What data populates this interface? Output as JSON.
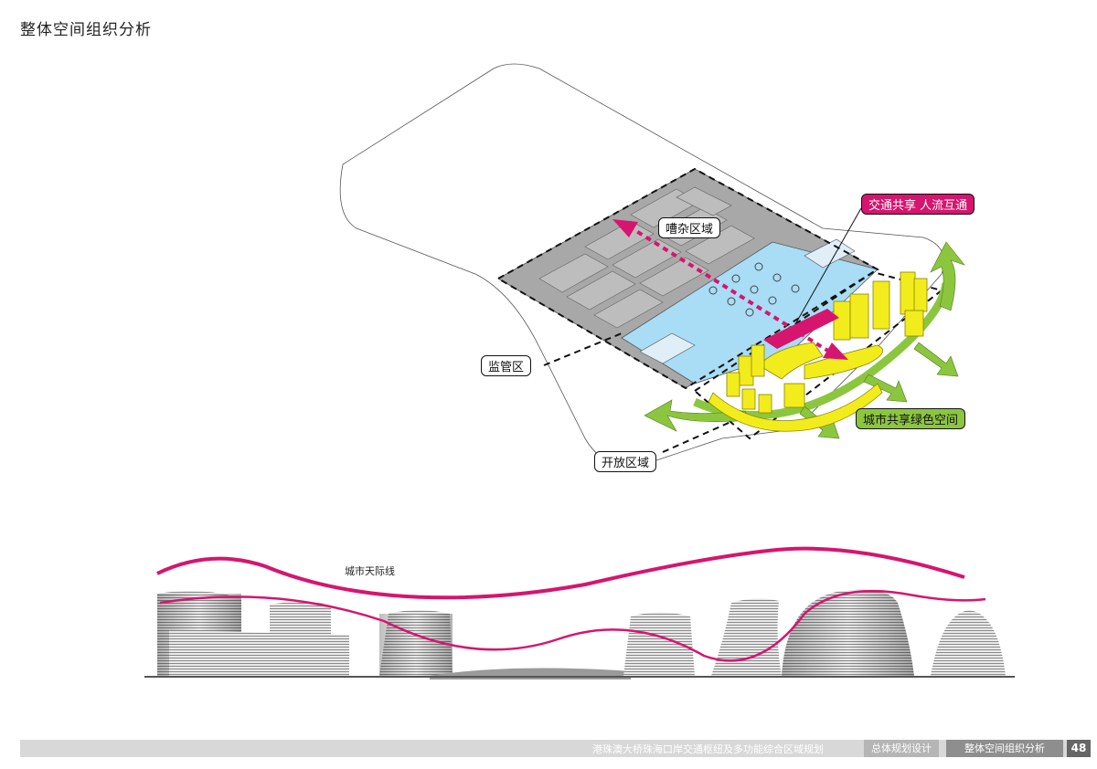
{
  "page": {
    "title": "整体空间组织分析"
  },
  "diagram": {
    "labels": {
      "mixed_area": "嘈杂区域",
      "traffic_share": "交通共享 人流互通",
      "supervision": "监管区",
      "green_space": "城市共享绿色空间",
      "open_area": "开放区域"
    },
    "colors": {
      "pink_accent": "#d6156e",
      "green_accent": "#8cc63f",
      "blue_zone": "#a9dcf5",
      "yellow_buildings": "#f2ec1c",
      "gray_zone": "#a8a8a8"
    }
  },
  "skyline": {
    "label": "城市天际线"
  },
  "footer": {
    "project": "港珠澳大桥珠海口岸交通枢纽及多功能综合区域规划",
    "section": "总体规划设计",
    "current": "整体空间组织分析",
    "page_number": "48"
  }
}
